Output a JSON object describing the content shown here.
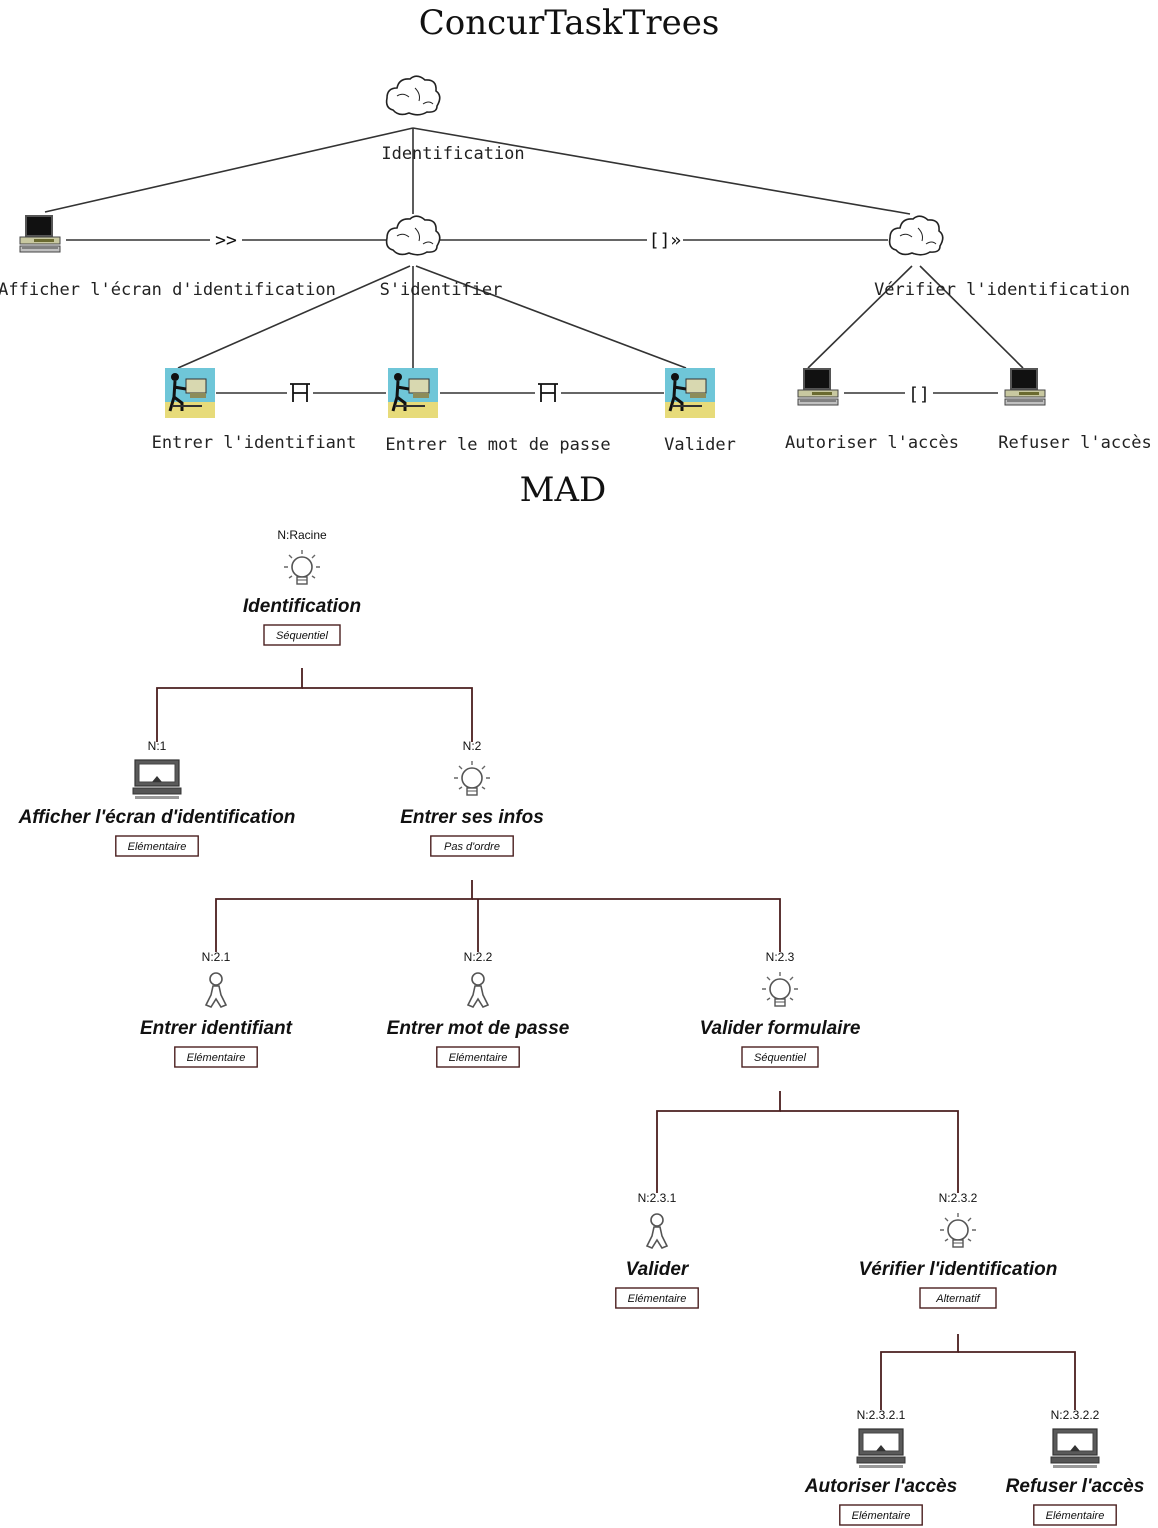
{
  "ctt": {
    "title": "ConcurTaskTrees",
    "nodes": [
      {
        "id": "identification",
        "label": "Identification",
        "kind": "abstract"
      },
      {
        "id": "afficher",
        "label": "Afficher l'écran d'identification",
        "kind": "application"
      },
      {
        "id": "sidentifier",
        "label": "S'identifier",
        "kind": "abstract"
      },
      {
        "id": "verifier",
        "label": "Vérifier l'identification",
        "kind": "abstract"
      },
      {
        "id": "entrer-identifiant",
        "label": "Entrer l'identifiant",
        "kind": "interaction"
      },
      {
        "id": "entrer-mdp",
        "label": "Entrer le mot de passe",
        "kind": "interaction"
      },
      {
        "id": "valider",
        "label": "Valider",
        "kind": "interaction"
      },
      {
        "id": "autoriser",
        "label": "Autoriser l'accès",
        "kind": "application"
      },
      {
        "id": "refuser",
        "label": "Refuser l'accès",
        "kind": "application"
      }
    ],
    "operators": [
      {
        "from": "afficher",
        "to": "sidentifier",
        "symbol": ">>"
      },
      {
        "from": "sidentifier",
        "to": "verifier",
        "symbol": "[]»"
      },
      {
        "from": "entrer-identifiant",
        "to": "entrer-mdp",
        "symbol": "|=|"
      },
      {
        "from": "entrer-mdp",
        "to": "valider",
        "symbol": "|=|"
      },
      {
        "from": "autoriser",
        "to": "refuser",
        "symbol": "[]"
      }
    ]
  },
  "mad": {
    "title": "MAD",
    "nodes": [
      {
        "id": "racine",
        "number": "N:Racine",
        "name": "Identification",
        "type": "Séquentiel",
        "icon": "lightbulb-icon"
      },
      {
        "id": "n1",
        "number": "N:1",
        "name": "Afficher l'écran d'identification",
        "type": "Elémentaire",
        "icon": "computer-icon"
      },
      {
        "id": "n2",
        "number": "N:2",
        "name": "Entrer ses infos",
        "type": "Pas d'ordre",
        "icon": "lightbulb-icon"
      },
      {
        "id": "n21",
        "number": "N:2.1",
        "name": "Entrer identifiant",
        "type": "Elémentaire",
        "icon": "user-icon"
      },
      {
        "id": "n22",
        "number": "N:2.2",
        "name": "Entrer mot de passe",
        "type": "Elémentaire",
        "icon": "user-icon"
      },
      {
        "id": "n23",
        "number": "N:2.3",
        "name": "Valider formulaire",
        "type": "Séquentiel",
        "icon": "lightbulb-icon"
      },
      {
        "id": "n231",
        "number": "N:2.3.1",
        "name": "Valider",
        "type": "Elémentaire",
        "icon": "user-icon"
      },
      {
        "id": "n232",
        "number": "N:2.3.2",
        "name": "Vérifier l'identification",
        "type": "Alternatif",
        "icon": "lightbulb-icon"
      },
      {
        "id": "n2321",
        "number": "N:2.3.2.1",
        "name": "Autoriser l'accès",
        "type": "Elémentaire",
        "icon": "computer-icon"
      },
      {
        "id": "n2322",
        "number": "N:2.3.2.2",
        "name": "Refuser l'accès",
        "type": "Elémentaire",
        "icon": "computer-icon"
      }
    ]
  }
}
